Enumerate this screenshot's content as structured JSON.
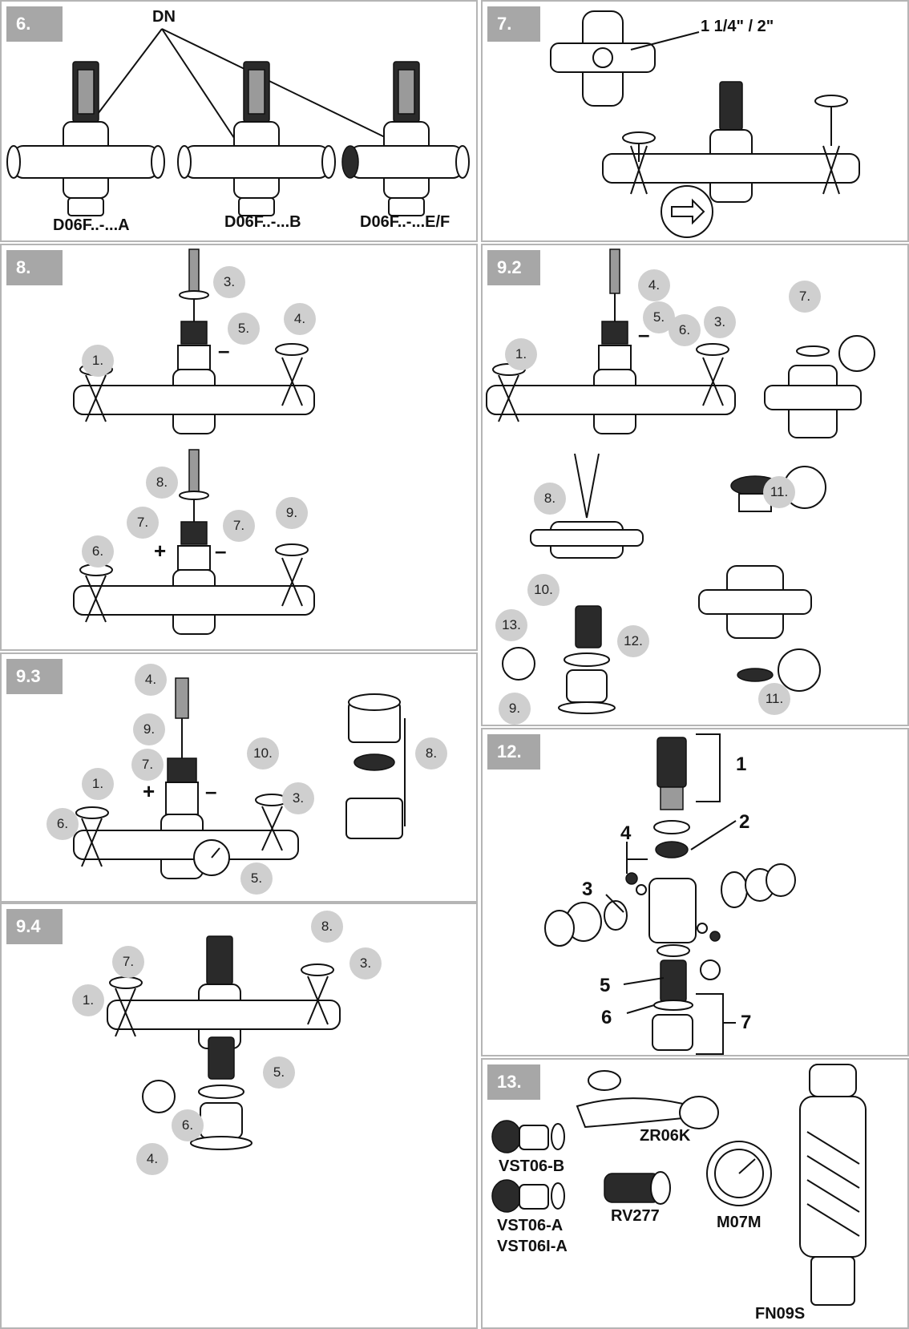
{
  "panels": {
    "p6": {
      "label": "6.",
      "dn": "DN",
      "captions": [
        "D06F..-...A",
        "D06F..-...B",
        "D06F..-...E/F"
      ]
    },
    "p7": {
      "label": "7.",
      "size": "1 1/4\" / 2\""
    },
    "p8": {
      "label": "8.",
      "steps": [
        "3.",
        "5.",
        "4.",
        "1.",
        "8.",
        "7.",
        "7.",
        "9.",
        "6."
      ],
      "minus": "–",
      "plus": "+"
    },
    "p92": {
      "label": "9.2",
      "steps": [
        "4.",
        "5.",
        "6.",
        "3.",
        "7.",
        "1.",
        "8.",
        "11.",
        "10.",
        "13.",
        "12.",
        "9.",
        "11."
      ],
      "minus": "–"
    },
    "p93": {
      "label": "9.3",
      "steps": [
        "4.",
        "9.",
        "7.",
        "10.",
        "1.",
        "3.",
        "6.",
        "5.",
        "8."
      ],
      "plus": "+",
      "minus": "–"
    },
    "p94": {
      "label": "9.4",
      "steps": [
        "8.",
        "7.",
        "3.",
        "1.",
        "5.",
        "6.",
        "4."
      ]
    },
    "p12": {
      "label": "12.",
      "parts": [
        "1",
        "2",
        "4",
        "3",
        "5",
        "6",
        "7"
      ]
    },
    "p13": {
      "label": "13.",
      "accessories": [
        "ZR06K",
        "VST06-B",
        "VST06-A",
        "VST06I-A",
        "RV277",
        "M07M",
        "FN09S"
      ]
    }
  },
  "icons": [
    "valve-icon",
    "pressure-reducer-icon",
    "flow-arrow-icon",
    "screwdriver-icon",
    "pliers-icon",
    "gauge-icon",
    "wrench-icon",
    "filter-icon",
    "o-ring-icon"
  ]
}
